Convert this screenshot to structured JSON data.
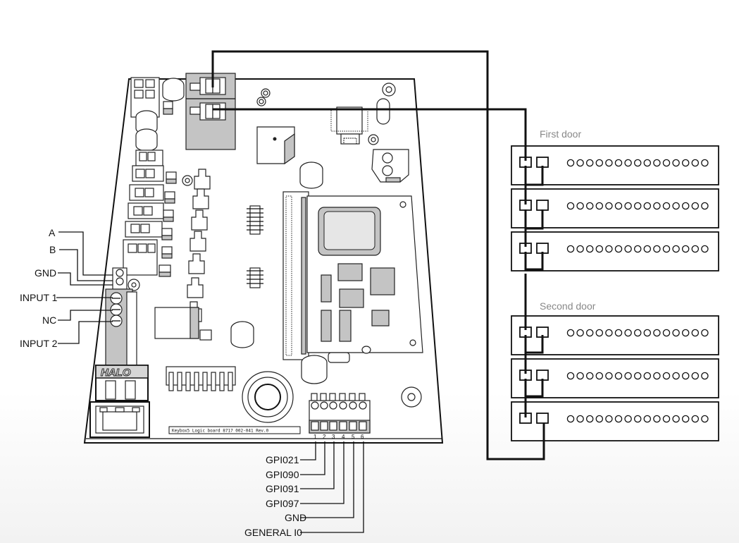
{
  "board": {
    "brand": "HALO",
    "silkscreen": "Keybox5 Logic board 8717 002-041 Rev.0"
  },
  "left_labels": [
    "A",
    "B",
    "GND",
    "INPUT 1",
    "NC",
    "INPUT 2"
  ],
  "pin_numbers": [
    "1",
    "2",
    "3",
    "4",
    "5",
    "6"
  ],
  "bottom_labels": [
    "GPI021",
    "GPI090",
    "GPI091",
    "GPI097",
    "GND",
    "GENERAL I0"
  ],
  "doors": [
    {
      "label": "First door",
      "units": 3
    },
    {
      "label": "Second door",
      "units": 3
    }
  ],
  "module": {
    "slots_per_unit": 15
  }
}
